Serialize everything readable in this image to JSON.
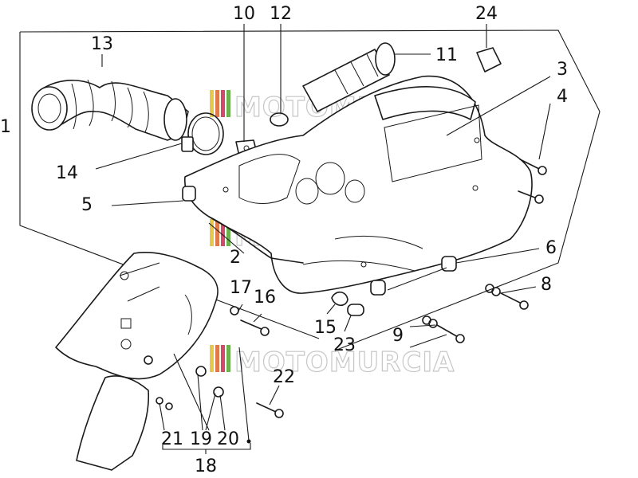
{
  "watermark": {
    "text": "MOTOMURCIA",
    "colors": [
      "#e8c84a",
      "#e07a4a",
      "#d14a6a",
      "#6ab04c"
    ]
  },
  "callouts": {
    "c1": "1",
    "c2": "2",
    "c3": "3",
    "c4": "4",
    "c5": "5",
    "c6": "6",
    "c8": "8",
    "c9": "9",
    "c10": "10",
    "c11": "11",
    "c12": "12",
    "c13": "13",
    "c14": "14",
    "c15": "15",
    "c16": "16",
    "c17": "17",
    "c18": "18",
    "c19": "19",
    "c20": "20",
    "c21": "21",
    "c22": "22",
    "c23": "23",
    "c24": "24"
  }
}
